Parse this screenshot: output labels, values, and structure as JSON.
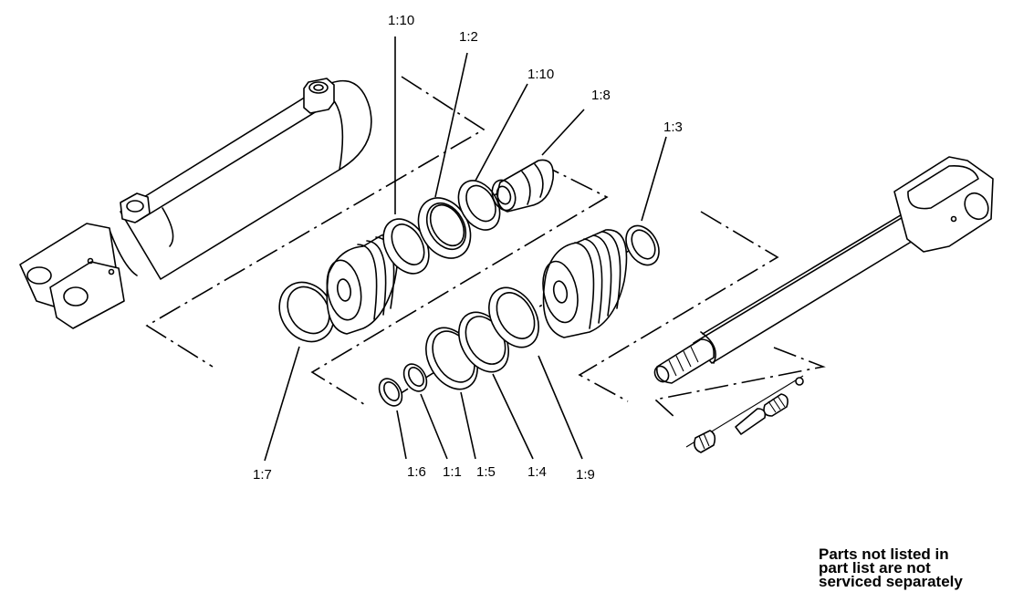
{
  "callouts": {
    "c110a": "1:10",
    "c12": "1:2",
    "c110b": "1:10",
    "c18": "1:8",
    "c13": "1:3",
    "c17": "1:7",
    "c16": "1:6",
    "c11": "1:1",
    "c15": "1:5",
    "c14": "1:4",
    "c19": "1:9"
  },
  "note": {
    "line1": "Parts not listed in",
    "line2": "part list are not",
    "line3": "serviced separately"
  }
}
